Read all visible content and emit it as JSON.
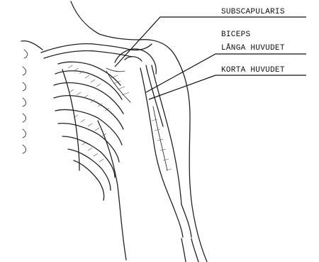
{
  "labels": {
    "subscapularis": "SUBSCAPULARIS",
    "biceps": "BICEPS",
    "long_head": "LÅNGA HUVUDET",
    "short_head": "KORTA HUVUDET"
  },
  "colors": {
    "ink": "#222222",
    "background": "#ffffff"
  }
}
